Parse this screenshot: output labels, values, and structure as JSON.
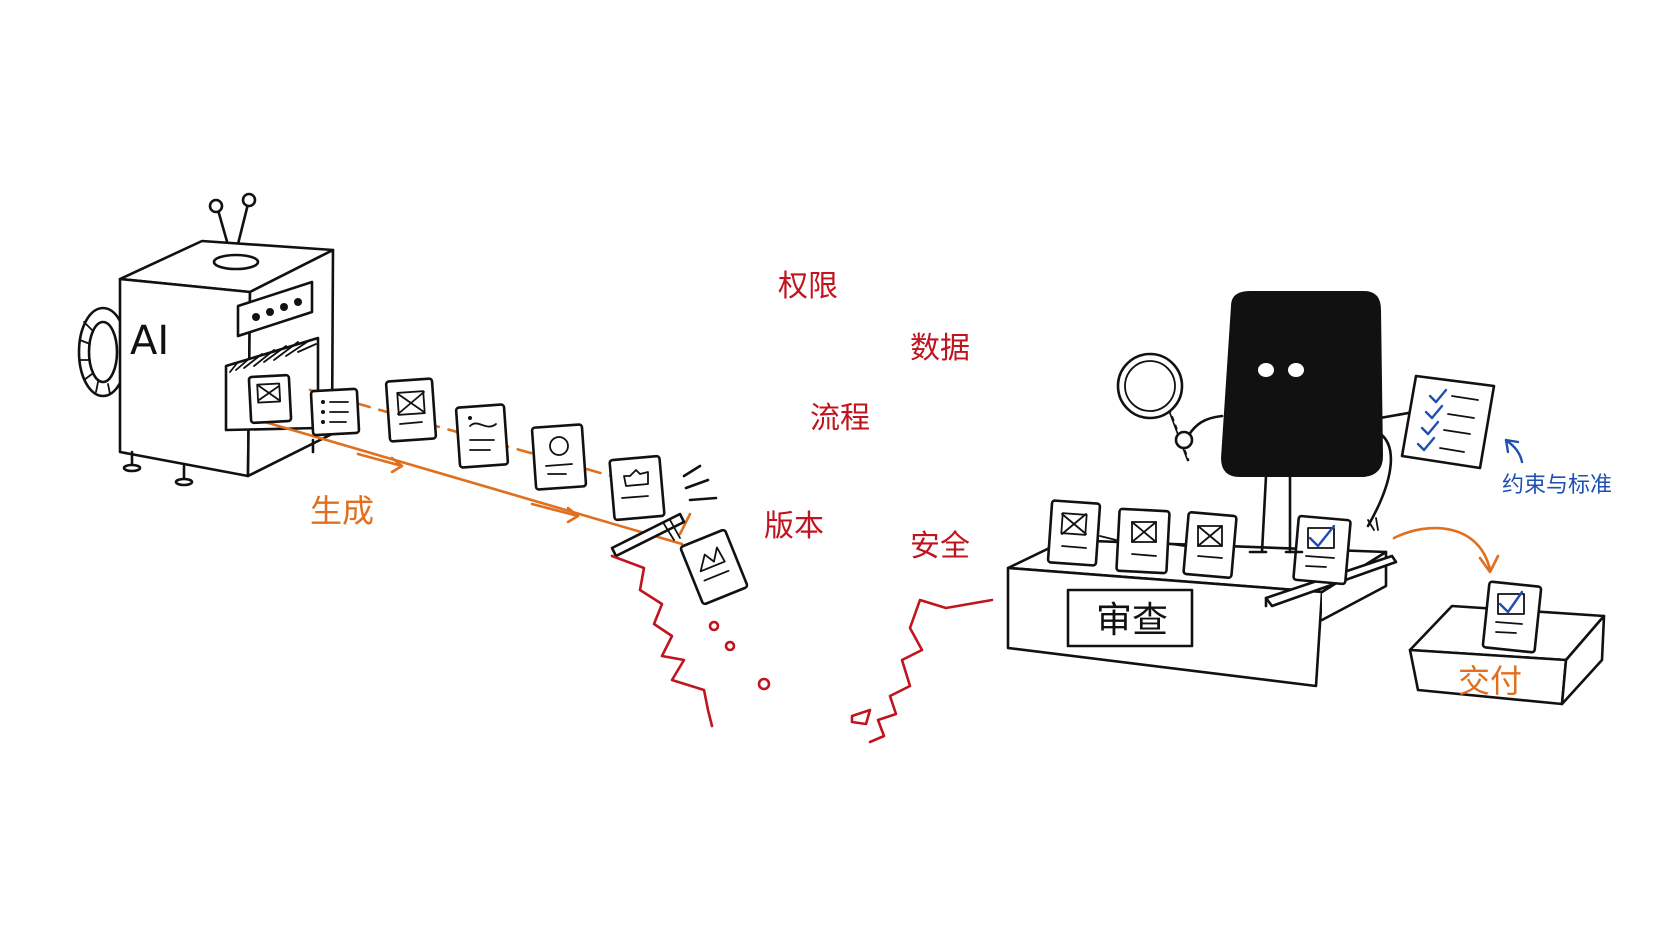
{
  "colors": {
    "ink": "#111111",
    "accent_orange": "#e0701f",
    "risk_red": "#c0141e",
    "standard_blue": "#1f4fb0"
  },
  "machine": {
    "label": "AI",
    "output_label": "生成"
  },
  "risks": [
    "权限",
    "数据",
    "流程",
    "版本",
    "安全"
  ],
  "review": {
    "desk_label": "审查",
    "constraints_label": "约束与标准"
  },
  "delivery": {
    "label": "交付"
  },
  "icons": [
    "antenna-icon",
    "hand-crank-icon",
    "document-icon",
    "magnifying-glass-icon",
    "checklist-icon",
    "checkmark-icon",
    "arrow-icon",
    "crack-icon"
  ]
}
